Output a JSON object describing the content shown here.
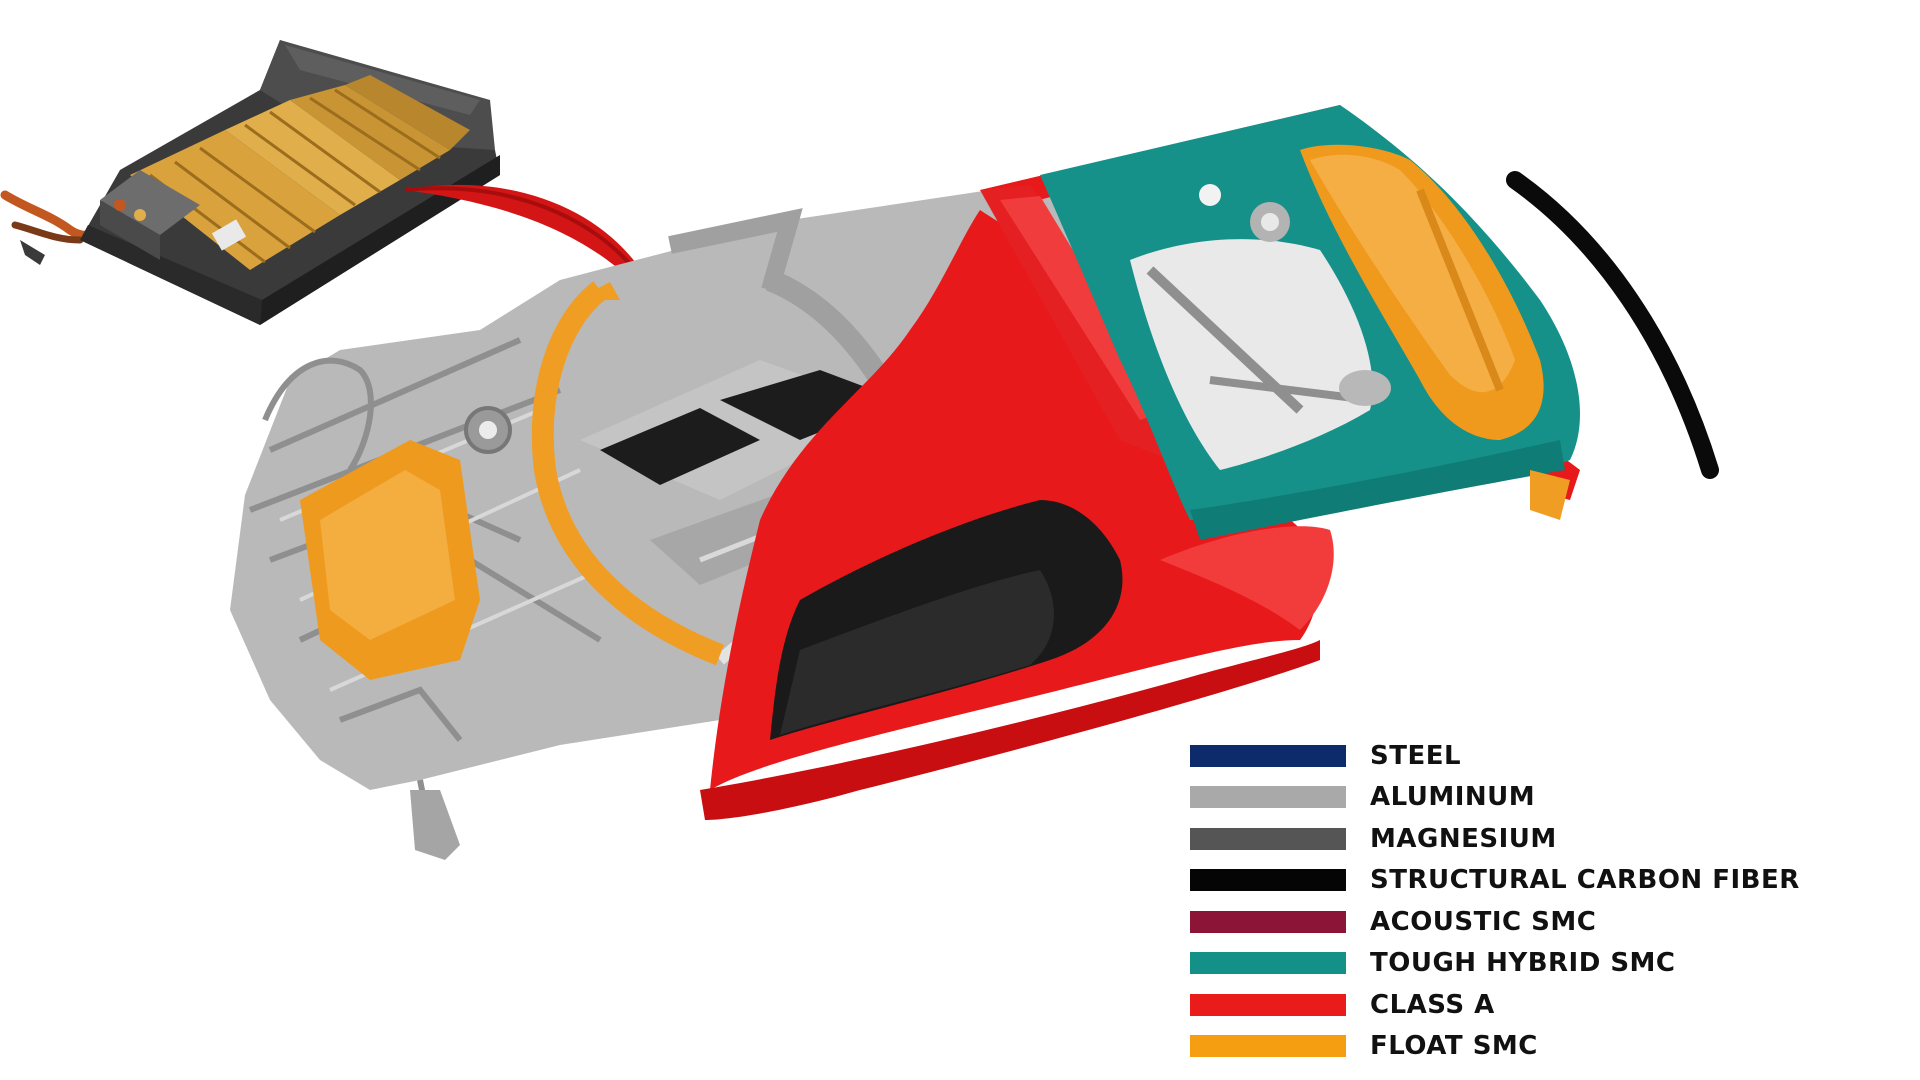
{
  "legend": {
    "items": [
      {
        "label": "STEEL",
        "color": "#0d2a6b"
      },
      {
        "label": "ALUMINUM",
        "color": "#a9a9a9"
      },
      {
        "label": "MAGNESIUM",
        "color": "#555555"
      },
      {
        "label": "STRUCTURAL CARBON FIBER",
        "color": "#050505"
      },
      {
        "label": "ACOUSTIC SMC",
        "color": "#8c1436"
      },
      {
        "label": "TOUGH HYBRID SMC",
        "color": "#139088"
      },
      {
        "label": "CLASS A",
        "color": "#ea1b1b"
      },
      {
        "label": "FLOAT SMC",
        "color": "#f59e12"
      }
    ]
  },
  "illustration": {
    "subjects": [
      "battery-pack",
      "car-body-structure",
      "arrow",
      "rear-carbon-fiber-arc"
    ]
  }
}
